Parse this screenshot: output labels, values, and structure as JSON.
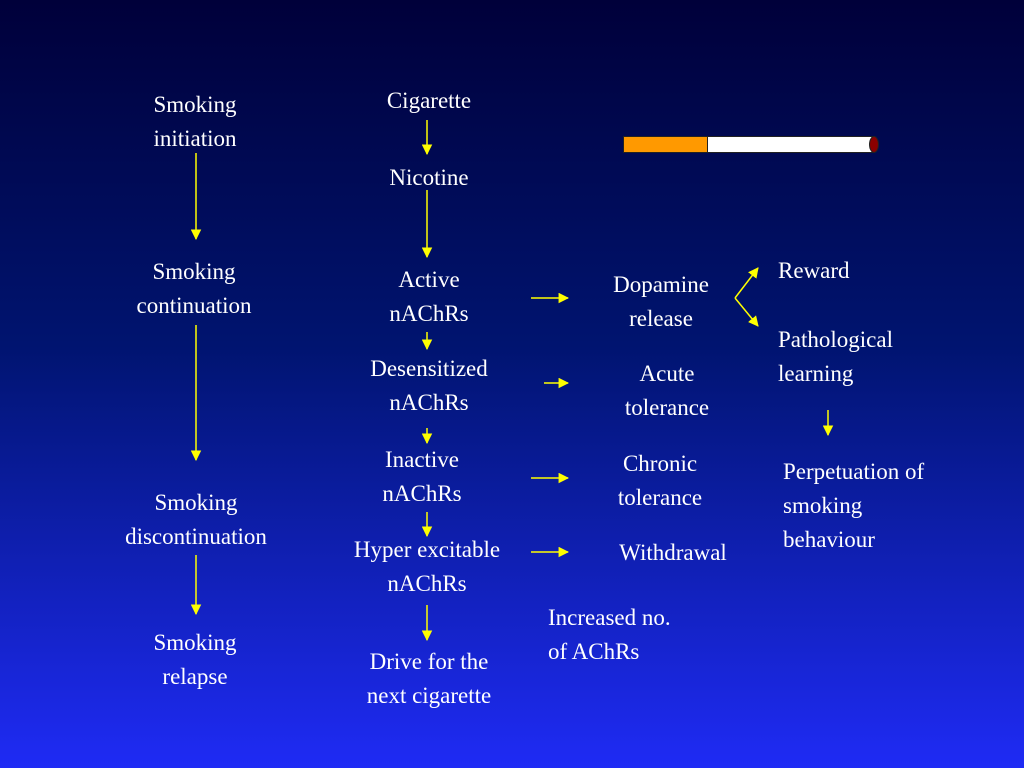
{
  "colors": {
    "arrow": "#ffff00",
    "cigarette_tip": "#ff9900",
    "cigarette_paper": "#ffffff",
    "cigarette_ember": "#8b0000"
  },
  "stages": {
    "initiation": "Smoking\ninitiation",
    "continuation": "Smoking\ncontinuation",
    "discontinuation": "Smoking\ndiscontinuation",
    "relapse": "Smoking\nrelapse"
  },
  "mechanism": {
    "cigarette": "Cigarette",
    "nicotine": "Nicotine",
    "active": "Active\nnAChRs",
    "desensitized": "Desensitized\nnAChRs",
    "inactive": "Inactive\nnAChRs",
    "hyper": "Hyper excitable\nnAChRs",
    "drive": "Drive for the\nnext cigarette"
  },
  "effects": {
    "dopamine": "Dopamine\nrelease",
    "acute": "Acute\ntolerance",
    "chronic": "Chronic\ntolerance",
    "withdrawal": "Withdrawal",
    "increased": "Increased no.\nof AChRs"
  },
  "outcomes": {
    "reward": "Reward",
    "pathological": "Pathological\nlearning",
    "perpetuation": "Perpetuation of\nsmoking\nbehaviour"
  },
  "cigarette_icon": "cigarette-icon"
}
